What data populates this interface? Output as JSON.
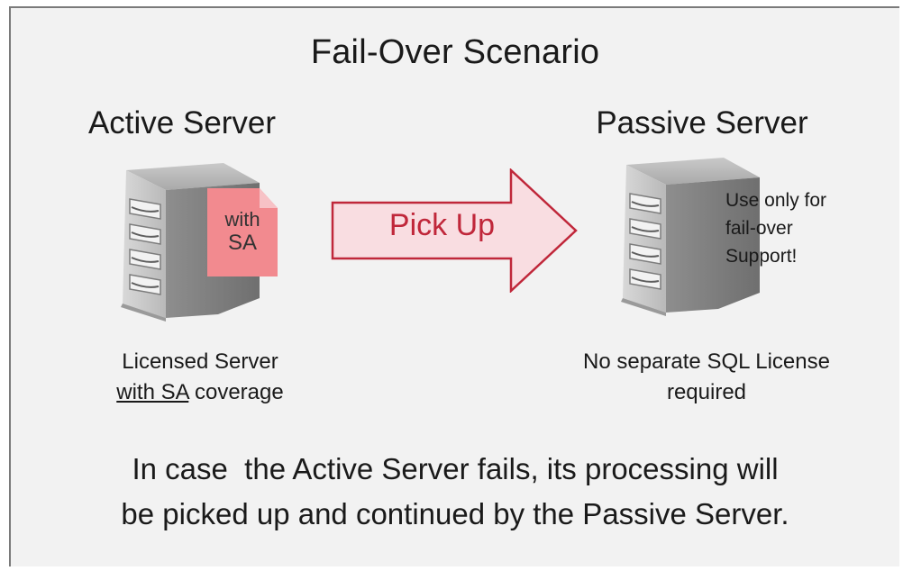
{
  "title": "Fail-Over Scenario",
  "active": {
    "label": "Active Server",
    "badge_line1": "with",
    "badge_line2": "SA",
    "caption_line1": "Licensed Server",
    "caption_underlined": "with SA",
    "caption_rest": " coverage"
  },
  "arrow": {
    "label": "Pick Up"
  },
  "passive": {
    "label": "Passive Server",
    "note_line1": "Use only for",
    "note_line2": "fail-over",
    "note_line3": "Support!",
    "caption_line1": "No separate SQL License",
    "caption_line2": "required"
  },
  "footer": {
    "line1": "In case  the Active Server fails, its processing will",
    "line2": "be picked up and continued by the Passive Server."
  },
  "colors": {
    "badge_fill": "#f28a8f",
    "arrow_fill": "#f9dde1",
    "arrow_stroke": "#c0273a",
    "arrow_text": "#c0273a"
  },
  "icons": [
    "server-icon",
    "document-icon",
    "arrow-right-icon"
  ]
}
